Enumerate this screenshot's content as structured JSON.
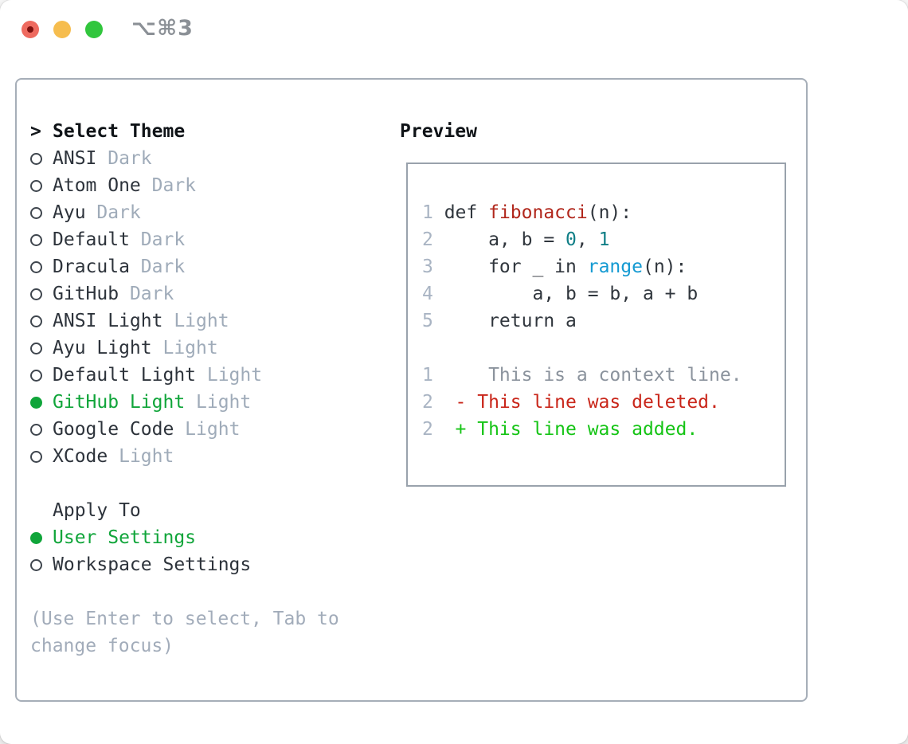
{
  "window": {
    "title_shortcut": "⌥⌘3",
    "traffic_lights": [
      "close",
      "minimize",
      "zoom"
    ]
  },
  "theme_picker": {
    "header": {
      "prompt": ">",
      "label": "Select Theme"
    },
    "themes": [
      {
        "name": "ANSI",
        "variant": "Dark",
        "selected": false
      },
      {
        "name": "Atom One",
        "variant": "Dark",
        "selected": false
      },
      {
        "name": "Ayu",
        "variant": "Dark",
        "selected": false
      },
      {
        "name": "Default",
        "variant": "Dark",
        "selected": false
      },
      {
        "name": "Dracula",
        "variant": "Dark",
        "selected": false
      },
      {
        "name": "GitHub",
        "variant": "Dark",
        "selected": false
      },
      {
        "name": "ANSI Light",
        "variant": "Light",
        "selected": false
      },
      {
        "name": "Ayu Light",
        "variant": "Light",
        "selected": false
      },
      {
        "name": "Default Light",
        "variant": "Light",
        "selected": false
      },
      {
        "name": "GitHub Light",
        "variant": "Light",
        "selected": true
      },
      {
        "name": "Google Code",
        "variant": "Light",
        "selected": false
      },
      {
        "name": "XCode",
        "variant": "Light",
        "selected": false
      }
    ],
    "apply_to": {
      "label": "Apply To",
      "options": [
        {
          "label": "User Settings",
          "selected": true
        },
        {
          "label": "Workspace Settings",
          "selected": false
        }
      ]
    },
    "hint_lines": [
      "(Use Enter to select, Tab to",
      "change focus)"
    ]
  },
  "preview": {
    "label": "Preview",
    "code_lines": [
      {
        "ln": "1",
        "segments": [
          {
            "t": " def ",
            "c": "code"
          },
          {
            "t": "fibonacci",
            "c": "fn"
          },
          {
            "t": "(n):",
            "c": "code"
          }
        ]
      },
      {
        "ln": "2",
        "segments": [
          {
            "t": "     a, b = ",
            "c": "code"
          },
          {
            "t": "0",
            "c": "num"
          },
          {
            "t": ", ",
            "c": "code"
          },
          {
            "t": "1",
            "c": "num"
          }
        ]
      },
      {
        "ln": "3",
        "segments": [
          {
            "t": "     for _ in ",
            "c": "code"
          },
          {
            "t": "range",
            "c": "call"
          },
          {
            "t": "(n):",
            "c": "code"
          }
        ]
      },
      {
        "ln": "4",
        "segments": [
          {
            "t": "         a, b = b, a + b",
            "c": "code"
          }
        ]
      },
      {
        "ln": "5",
        "segments": [
          {
            "t": "     return a",
            "c": "code"
          }
        ]
      },
      {
        "ln": "",
        "segments": []
      },
      {
        "ln": "1",
        "segments": [
          {
            "t": "     This is a context line.",
            "c": "ctx"
          }
        ]
      },
      {
        "ln": "2",
        "segments": [
          {
            "t": "  - This line was deleted.",
            "c": "del"
          }
        ]
      },
      {
        "ln": "2",
        "segments": [
          {
            "t": "  + This line was added.",
            "c": "add"
          }
        ]
      }
    ]
  },
  "colors": {
    "selected_green": "#10a53a",
    "diff_added_green": "#15c415",
    "diff_deleted_red": "#c9261a",
    "function_red": "#b1271c",
    "number_teal": "#0f7e86",
    "call_blue": "#149ad2",
    "muted_gray": "#9fabb9",
    "panel_border": "#a6aeb8"
  }
}
